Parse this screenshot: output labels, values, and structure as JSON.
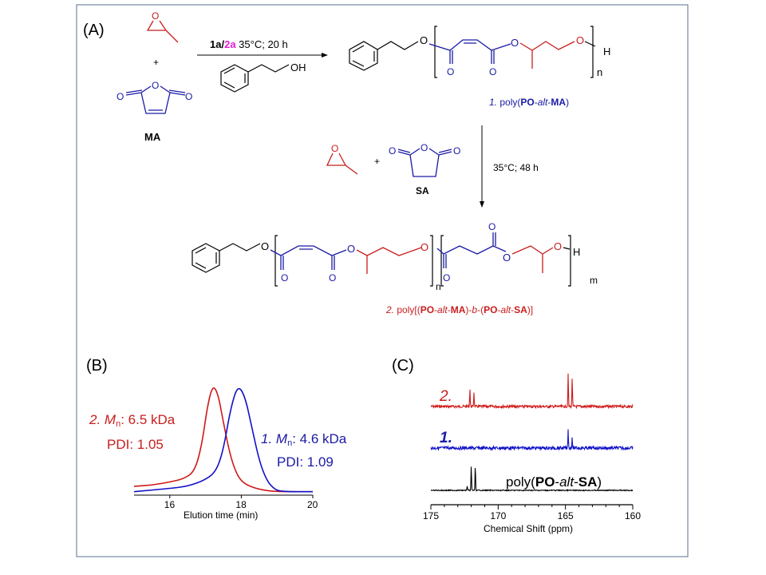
{
  "panel_a": {
    "label": "(A)",
    "atom_O": "O",
    "atom_H": "H",
    "plus": "+",
    "ma_label": "MA",
    "sa_label": "SA",
    "step1": {
      "cat1": "1a",
      "slash": "/",
      "cat2": "2a",
      "conditions": " 35°C; 20 h",
      "initiator_OH": "OH"
    },
    "step2": {
      "conditions": "35°C; 48 h"
    },
    "n": "n",
    "m": "m",
    "polymer1_label": {
      "num": "1.",
      "poly": " poly(",
      "po": "PO",
      "dash1": "-",
      "alt": "alt",
      "dash2": "-",
      "ma": "MA",
      "close": ")"
    },
    "polymer2_label": {
      "num": "2.",
      "poly": " poly[(",
      "po1": "PO",
      "d1": "-",
      "alt1": "alt",
      "d2": "-",
      "ma": "MA",
      "mid": ")-",
      "b": "b",
      "mid2": "-(",
      "po2": "PO",
      "d3": "-",
      "alt2": "alt",
      "d4": "-",
      "sa": "SA",
      "close": ")]"
    },
    "colors": {
      "po": "#c81e1e",
      "anhydride": "#1a1aa6",
      "catalyst2": "#e020d0"
    }
  },
  "panel_b": {
    "label": "(B)",
    "ann2": {
      "num": "2.",
      "m": "M",
      "sub": "n",
      "val": ": 6.5 kDa",
      "pdi": "PDI: 1.05"
    },
    "ann1": {
      "num": "1.",
      "m": "M",
      "sub": "n",
      "val": ": 4.6 kDa",
      "pdi": "PDI: 1.09"
    }
  },
  "panel_c": {
    "label": "(C)",
    "lab2": "2.",
    "lab1": "1.",
    "lab0": {
      "poly": "poly(",
      "po": "PO",
      "d1": "-",
      "alt": "alt",
      "d2": "-",
      "sa": "SA",
      "close": ")"
    }
  },
  "chart_data": [
    {
      "type": "line",
      "title": "",
      "xlabel": "Elution time (min)",
      "ylabel": "",
      "xlim": [
        15,
        20
      ],
      "ylim": [
        0,
        1
      ],
      "xticks": [
        "16",
        "18",
        "20"
      ],
      "xtick_values": [
        16,
        18,
        20
      ],
      "series": [
        {
          "name": "2. poly[(PO-alt-MA)-b-(PO-alt-SA)]",
          "color": "#d01818",
          "x": [
            15,
            15.5,
            16,
            16.4,
            16.7,
            16.9,
            17.05,
            17.2,
            17.35,
            17.5,
            17.7,
            17.9,
            18.1,
            18.4,
            18.7,
            19,
            20
          ],
          "y": [
            0.06,
            0.07,
            0.1,
            0.13,
            0.2,
            0.45,
            0.8,
            1.0,
            0.92,
            0.65,
            0.33,
            0.15,
            0.08,
            0.04,
            0.02,
            0.01,
            0.01
          ]
        },
        {
          "name": "1. poly(PO-alt-MA)",
          "color": "#1010c8",
          "x": [
            15,
            16,
            16.5,
            17,
            17.3,
            17.5,
            17.7,
            17.9,
            18.1,
            18.3,
            18.5,
            18.7,
            18.9,
            19.1,
            20
          ],
          "y": [
            0.01,
            0.04,
            0.06,
            0.12,
            0.2,
            0.4,
            0.78,
            1.0,
            0.9,
            0.6,
            0.3,
            0.12,
            0.04,
            0.01,
            0.01
          ]
        }
      ]
    },
    {
      "type": "line",
      "title": "",
      "xlabel": "Chemical Shift (ppm)",
      "ylabel": "",
      "xlim": [
        175,
        160
      ],
      "xticks": [
        "175",
        "170",
        "165",
        "160"
      ],
      "xtick_values": [
        175,
        170,
        165,
        160
      ],
      "series": [
        {
          "name": "2.",
          "color": "#d01818",
          "peaks_ppm": [
            172.1,
            171.8,
            164.8,
            164.5
          ],
          "peak_heights": [
            0.55,
            0.45,
            1.0,
            0.92
          ]
        },
        {
          "name": "1.",
          "color": "#1010c8",
          "peaks_ppm": [
            164.8,
            164.5
          ],
          "peak_heights": [
            0.75,
            0.45
          ]
        },
        {
          "name": "poly(PO-alt-SA)",
          "color": "#000000",
          "peaks_ppm": [
            172.3,
            172.0,
            171.7
          ],
          "peak_heights": [
            0.15,
            0.8,
            0.8
          ]
        }
      ]
    }
  ]
}
